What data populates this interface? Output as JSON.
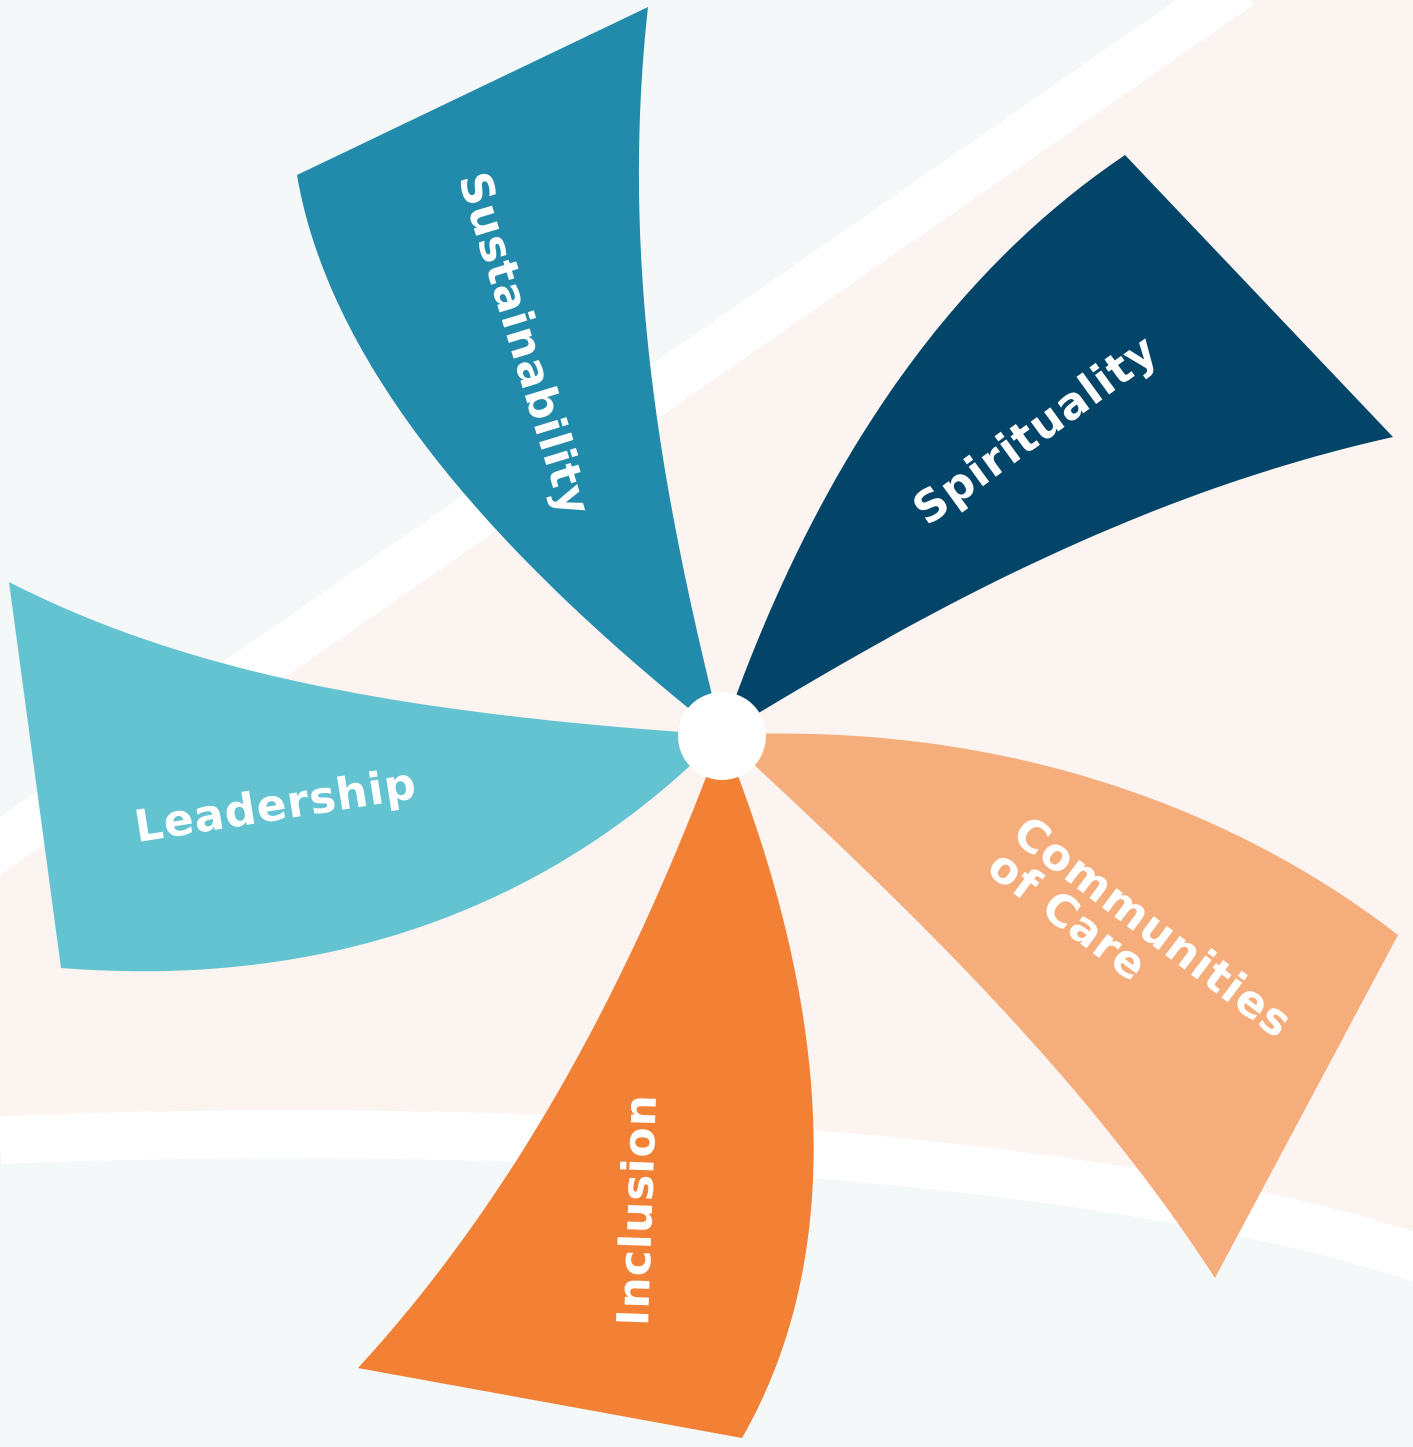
{
  "pinwheel": {
    "blades": [
      {
        "id": "sustainability",
        "label": "Sustainability",
        "color": "#228aab"
      },
      {
        "id": "spirituality",
        "label": "Spirituality",
        "color": "#034569"
      },
      {
        "id": "communities-of-care",
        "label_line1": "Communities",
        "label_line2": "of Care",
        "color": "#f5ad7c"
      },
      {
        "id": "inclusion",
        "label": "Inclusion",
        "color": "#f28035"
      },
      {
        "id": "leadership",
        "label": "Leadership",
        "color": "#64c3d0"
      }
    ],
    "hub_color": "#ffffff"
  },
  "background": {
    "base_color": "#f4f8f9",
    "band_color": "#fcf4f1",
    "stripe_color": "#ffffff"
  }
}
